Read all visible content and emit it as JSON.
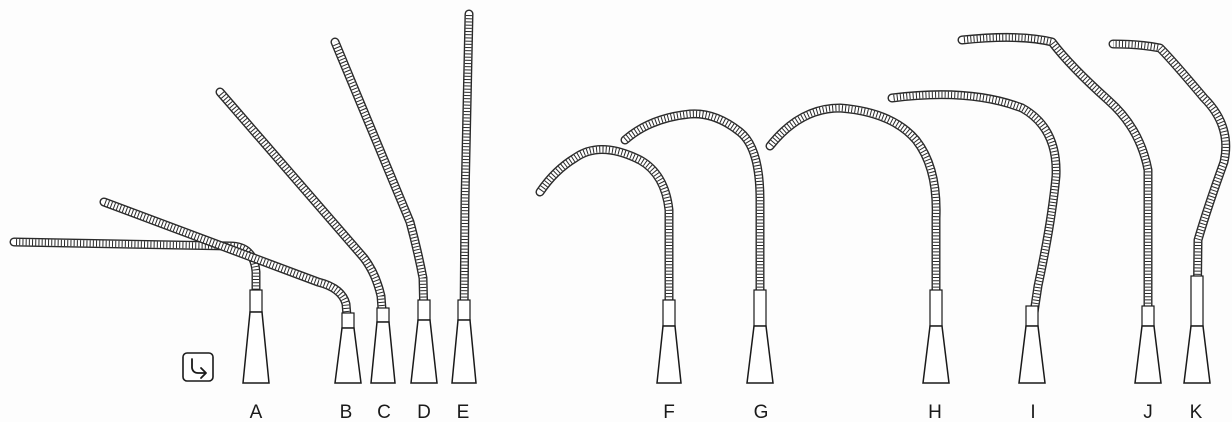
{
  "labels": [
    "A",
    "B",
    "C",
    "D",
    "E",
    "F",
    "G",
    "H",
    "I",
    "J",
    "K"
  ],
  "icons": {
    "corner_marker": "bend-arrow-icon"
  },
  "colors": {
    "ink": "#1a1a1a",
    "background": "#fdfdfd"
  }
}
